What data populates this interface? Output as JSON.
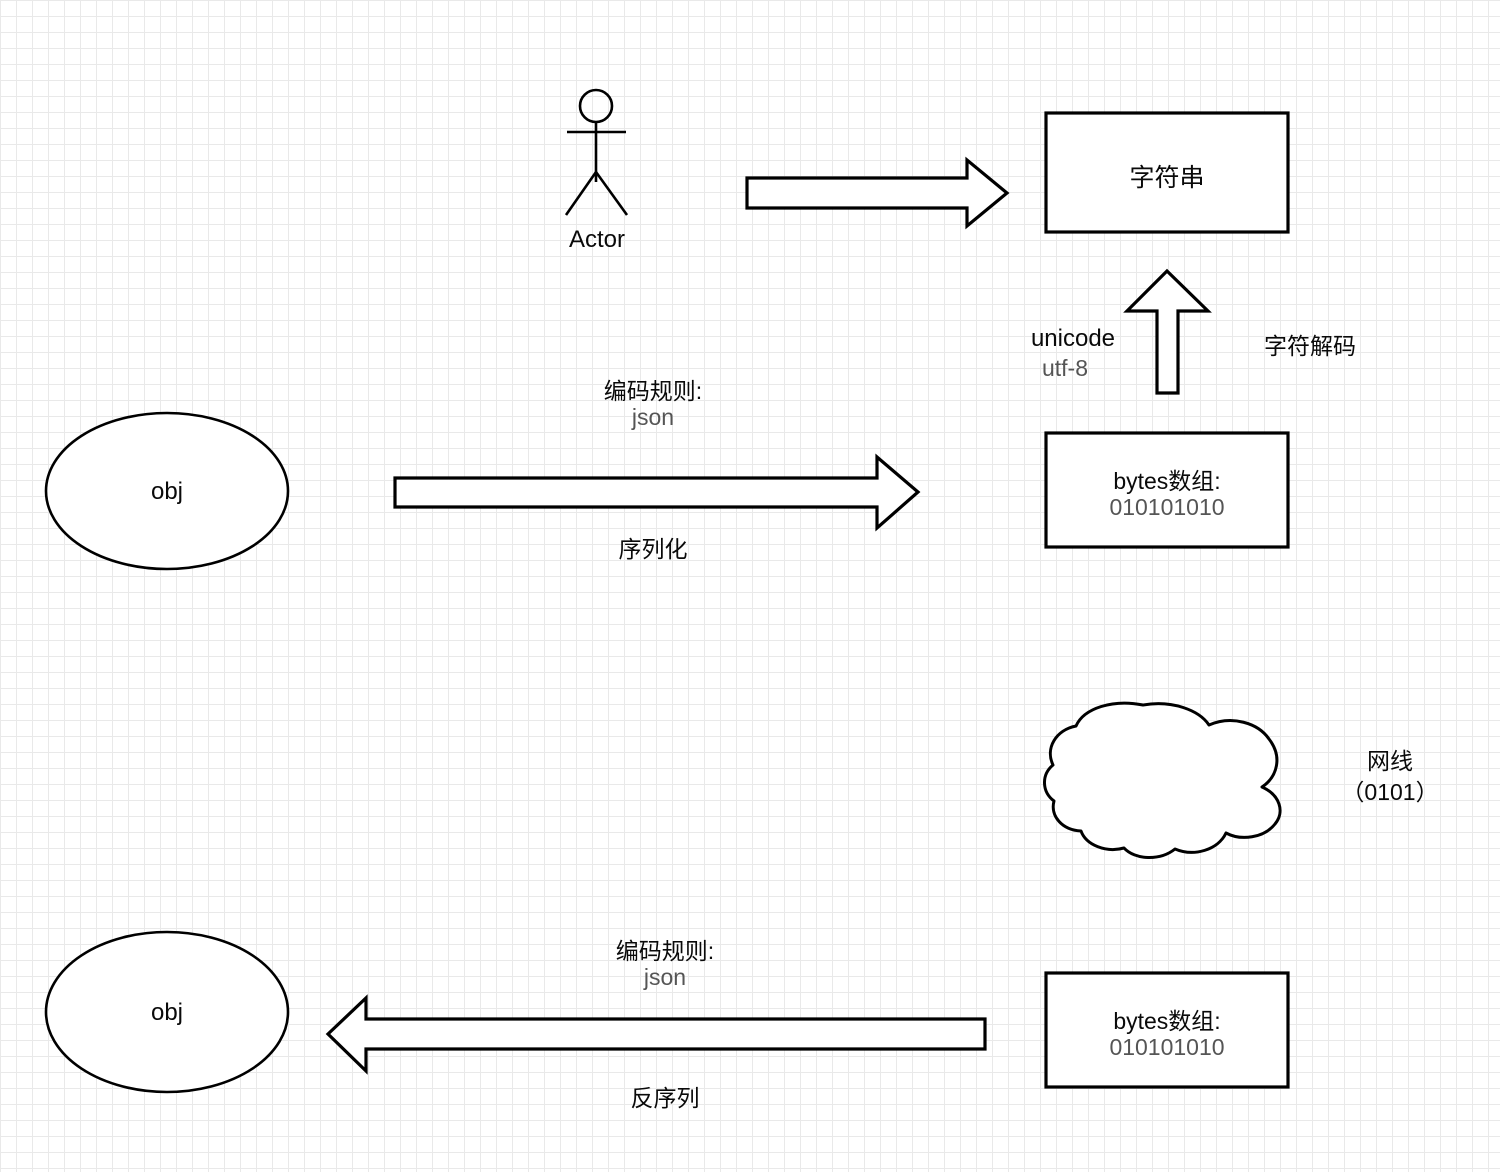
{
  "diagram": {
    "title": "serialization-and-encoding-flow",
    "colors": {
      "stroke": "#000000",
      "text": "#0a0a0a",
      "muted_text": "#555555",
      "background": "#ffffff",
      "grid_minor": "#e9e9e9",
      "grid_major": "#c8c8c8"
    }
  },
  "nodes": {
    "actor": {
      "label": "Actor"
    },
    "string_box": {
      "label": "字符串"
    },
    "bytes_box_top": {
      "title": "bytes数组:",
      "value": "010101010"
    },
    "bytes_box_bottom": {
      "title": "bytes数组:",
      "value": "010101010"
    },
    "obj_top": {
      "label": "obj"
    },
    "obj_bottom": {
      "label": "obj"
    },
    "cloud": {
      "label_line1": "网线",
      "label_line2": "（0101）"
    }
  },
  "edges": {
    "actor_to_string": {
      "label": ""
    },
    "decode_arrow": {
      "left_label_line1": "unicode",
      "left_label_line2": "utf-8",
      "right_label": "字符解码"
    },
    "serialize_arrow": {
      "label_above_line1": "编码规则:",
      "label_above_line2": "json",
      "label_below": "序列化"
    },
    "deserialize_arrow": {
      "label_above_line1": "编码规则:",
      "label_above_line2": "json",
      "label_below": "反序列"
    }
  }
}
